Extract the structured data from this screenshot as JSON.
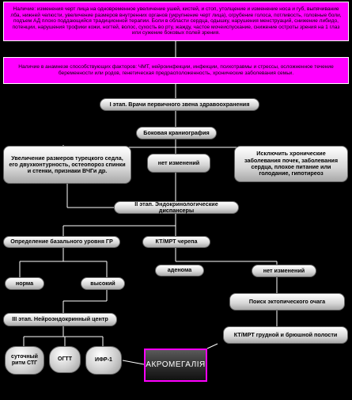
{
  "complaints": "Наличие: изменения черт лица на одновременное увеличение ушей, кистей, и стоп, утолщение и изменение носа и губ, выпячивание лба, нижней челюсти, увеличение размеров внутренних органов (укрупнение черт лица), огрубение голоса, потливость, головные боли, подъем АД плохо поддающийся традиционной терапии. Боли в области сердца, одышку, нарушения менструаций, снижение либидо, потенции, нарушения трофики кожи, ногтей, волос, сухость во рту, жажду, частое мочеиспускание, снижение остроты зрения на 1 глаз или сужение боковых полей зрения.",
  "risk_factors": "Наличие в анамнезе способствующих факторов: ЧМТ, нейроинфекции, инфекции, психотравмы и стрессы, осложненное течение беременности или родов, генетическая предрасположенность, хронические заболевания семьи.",
  "stage1": "I этап. Врачи первичного звена здравоохранения",
  "cranio": "Боковая краниография",
  "sella_signs": "Увеличение размеров турецкого седла, его двухконтурность, остеопороз спинки и стенки, признаки ВЧГи др.",
  "no_changes_1": "нет изменений",
  "exclude": "Исключить хронические заболевания почек, заболевания сердца, плохое питание или голодание, гипотиреоз",
  "stage2": "II этап. Эндокринологические диспансеры",
  "gh_basal": "Определение базального уровня ГР",
  "ct_head": "КТ/МРТ черепа",
  "adenoma": "аденома",
  "no_changes_2": "нет изменений",
  "normal": "норма",
  "high": "высокий",
  "ectopic": "Поиск эктопического очага",
  "stage3": "III этап. Нейроэндокринный центр",
  "ct_body": "КТ/МРТ грудной и брюшной полости",
  "daily_gh": "суточный ритм СТГ",
  "ogtt": "ОГТТ",
  "igf1": "ИФР-1",
  "diagnosis": "АКРОМЕГАЛІЯ"
}
